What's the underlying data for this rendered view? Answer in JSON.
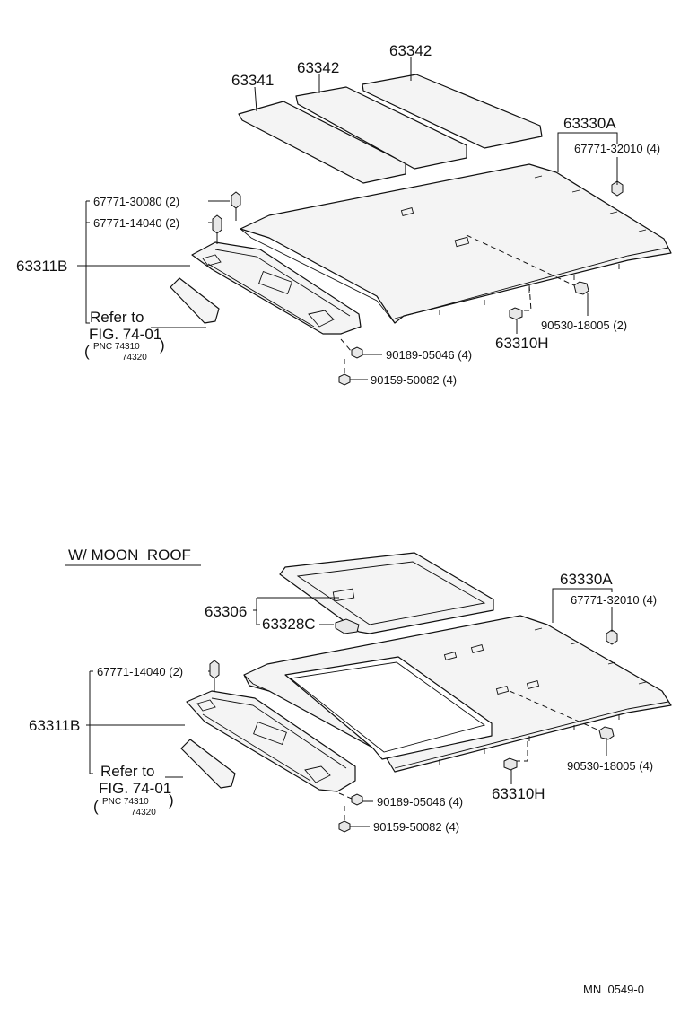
{
  "top": {
    "labels": {
      "p63341": "63341",
      "p63342a": "63342",
      "p63342b": "63342",
      "p63330A": "63330A",
      "p67771_32010": "67771-32010 (4)",
      "p67771_30080": "67771-30080 (2)",
      "p67771_14040": "67771-14040 (2)",
      "p63311B": "63311B",
      "refer_to": "Refer to",
      "fig": "FIG. 74-01",
      "pnc1": "PNC 74310",
      "pnc2": "74320",
      "p90530": "90530-18005 (2)",
      "p63310H": "63310H",
      "p90189": "90189-05046 (4)",
      "p90159": "90159-50082 (4)"
    }
  },
  "bottom": {
    "section_title": "W/ MOON  ROOF",
    "labels": {
      "p63330A": "63330A",
      "p67771_32010": "67771-32010 (4)",
      "p63306": "63306",
      "p63328C": "63328C",
      "p67771_14040": "67771-14040 (2)",
      "p63311B": "63311B",
      "refer_to": "Refer to",
      "fig": "FIG. 74-01",
      "pnc1": "PNC 74310",
      "pnc2": "74320",
      "p90530": "90530-18005 (4)",
      "p63310H": "63310H",
      "p90189": "90189-05046 (4)",
      "p90159": "90159-50082 (4)"
    }
  },
  "footer": {
    "code": "MN  0549-0"
  }
}
